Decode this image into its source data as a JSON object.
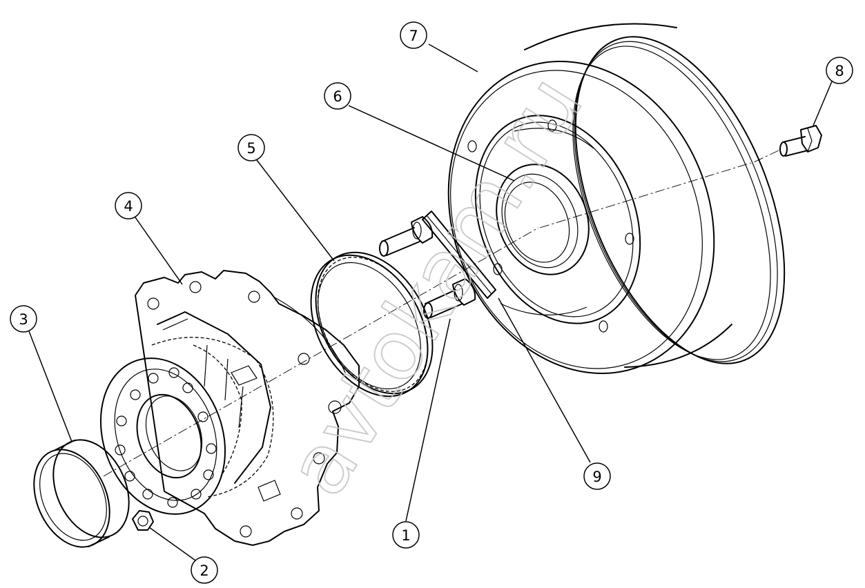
{
  "callouts": [
    {
      "label": "1"
    },
    {
      "label": "2"
    },
    {
      "label": "3"
    },
    {
      "label": "4"
    },
    {
      "label": "5"
    },
    {
      "label": "6"
    },
    {
      "label": "7"
    },
    {
      "label": "8"
    },
    {
      "label": "9"
    }
  ],
  "watermark": "avtokam.ru"
}
